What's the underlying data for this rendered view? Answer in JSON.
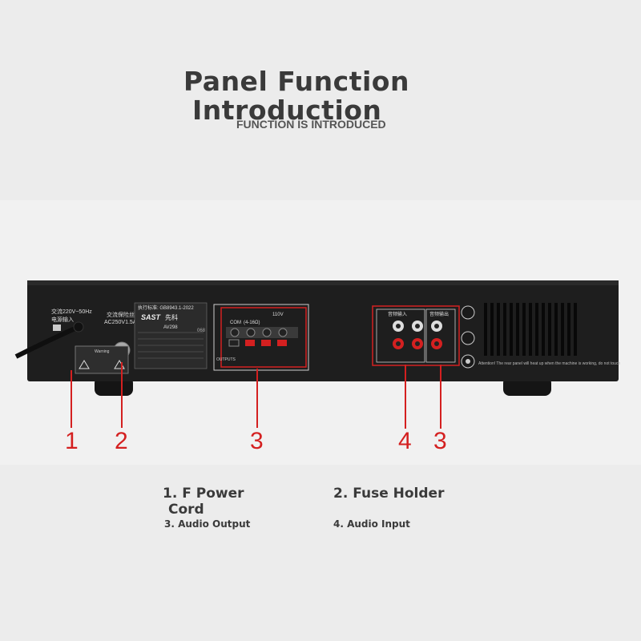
{
  "heading": {
    "title_line1": "Panel Function",
    "title_line2": "Introduction",
    "subtitle": "FUNCTION IS INTRODUCED"
  },
  "callouts": [
    "1",
    "2",
    "3",
    "4",
    "3"
  ],
  "captions": {
    "c1a": "1. F Power",
    "c1b": "Cord",
    "c2": "2. Fuse Holder",
    "c3": "3. Audio Output",
    "c4": "4. Audio Input"
  },
  "panel_labels": {
    "power_in": "交流220V~50Hz",
    "power_in2": "电源输入",
    "fuse": "交流保险丝",
    "fuse_rating": "AC250V1.5A",
    "warning": "Warning",
    "brand": "SAST",
    "brand_cn": "先科",
    "model": "AV298",
    "standard": "执行标准: GB8943.1-2022",
    "out_label": "OUTPUTS",
    "com": "COM",
    "ohm": "(4-16Ω)",
    "v110": "110V",
    "in_title": "音频输入",
    "out_title": "音频输出",
    "attention": "Attention! The rear panel will heat up when the machine is working, do not touch"
  },
  "colors": {
    "accent": "#d42020",
    "panel": "#1b1b1b",
    "text": "#3a3a3a"
  }
}
